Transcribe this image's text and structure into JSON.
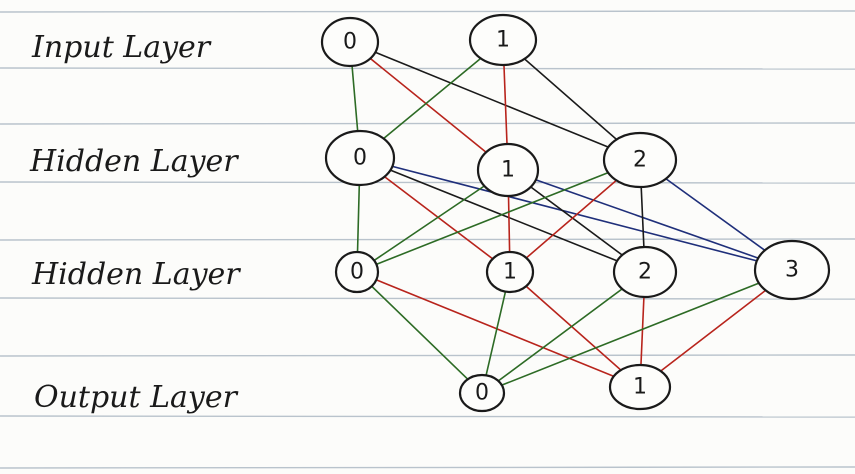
{
  "layers": [
    {
      "label": "Input Layer",
      "nodes": [
        "0",
        "1"
      ]
    },
    {
      "label": "Hidden Layer",
      "nodes": [
        "0",
        "1",
        "2"
      ]
    },
    {
      "label": "Hidden Layer",
      "nodes": [
        "0",
        "1",
        "2",
        "3"
      ]
    },
    {
      "label": "Output Layer",
      "nodes": [
        "0",
        "1"
      ]
    }
  ],
  "colors": {
    "ink": "#1a1a1a",
    "red": "#b8241c",
    "green": "#2d6b25",
    "blue": "#1f2f7a",
    "rule": "#b9c3cc"
  },
  "edges": [
    {
      "from": [
        0,
        0
      ],
      "to": [
        1,
        0
      ],
      "color": "green"
    },
    {
      "from": [
        0,
        0
      ],
      "to": [
        1,
        1
      ],
      "color": "red"
    },
    {
      "from": [
        0,
        0
      ],
      "to": [
        1,
        2
      ],
      "color": "ink"
    },
    {
      "from": [
        0,
        1
      ],
      "to": [
        1,
        0
      ],
      "color": "green"
    },
    {
      "from": [
        0,
        1
      ],
      "to": [
        1,
        1
      ],
      "color": "red"
    },
    {
      "from": [
        0,
        1
      ],
      "to": [
        1,
        2
      ],
      "color": "ink"
    },
    {
      "from": [
        1,
        0
      ],
      "to": [
        2,
        0
      ],
      "color": "green"
    },
    {
      "from": [
        1,
        0
      ],
      "to": [
        2,
        1
      ],
      "color": "red"
    },
    {
      "from": [
        1,
        0
      ],
      "to": [
        2,
        2
      ],
      "color": "ink"
    },
    {
      "from": [
        1,
        0
      ],
      "to": [
        2,
        3
      ],
      "color": "blue"
    },
    {
      "from": [
        1,
        1
      ],
      "to": [
        2,
        0
      ],
      "color": "green"
    },
    {
      "from": [
        1,
        1
      ],
      "to": [
        2,
        1
      ],
      "color": "red"
    },
    {
      "from": [
        1,
        1
      ],
      "to": [
        2,
        2
      ],
      "color": "ink"
    },
    {
      "from": [
        1,
        1
      ],
      "to": [
        2,
        3
      ],
      "color": "blue"
    },
    {
      "from": [
        1,
        2
      ],
      "to": [
        2,
        0
      ],
      "color": "green"
    },
    {
      "from": [
        1,
        2
      ],
      "to": [
        2,
        1
      ],
      "color": "red"
    },
    {
      "from": [
        1,
        2
      ],
      "to": [
        2,
        2
      ],
      "color": "ink"
    },
    {
      "from": [
        1,
        2
      ],
      "to": [
        2,
        3
      ],
      "color": "blue"
    },
    {
      "from": [
        2,
        0
      ],
      "to": [
        3,
        0
      ],
      "color": "green"
    },
    {
      "from": [
        2,
        0
      ],
      "to": [
        3,
        1
      ],
      "color": "red"
    },
    {
      "from": [
        2,
        1
      ],
      "to": [
        3,
        0
      ],
      "color": "green"
    },
    {
      "from": [
        2,
        1
      ],
      "to": [
        3,
        1
      ],
      "color": "red"
    },
    {
      "from": [
        2,
        2
      ],
      "to": [
        3,
        0
      ],
      "color": "green"
    },
    {
      "from": [
        2,
        2
      ],
      "to": [
        3,
        1
      ],
      "color": "red"
    },
    {
      "from": [
        2,
        3
      ],
      "to": [
        3,
        0
      ],
      "color": "green"
    },
    {
      "from": [
        2,
        3
      ],
      "to": [
        3,
        1
      ],
      "color": "red"
    }
  ]
}
